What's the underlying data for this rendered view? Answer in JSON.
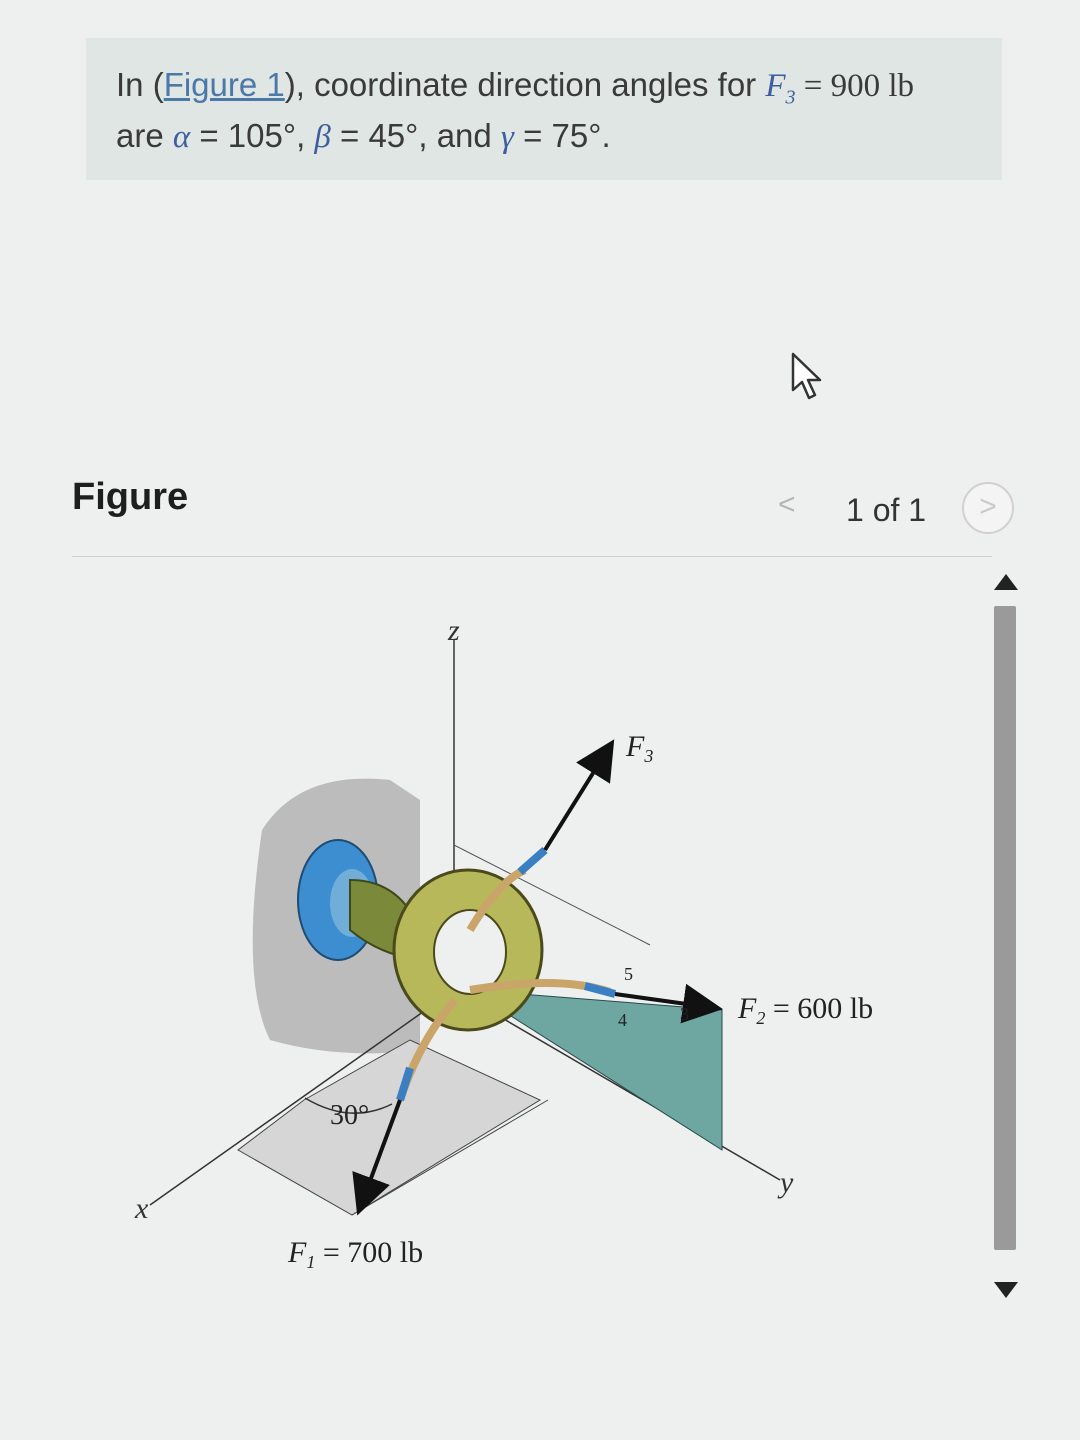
{
  "problem": {
    "prefix": "In (",
    "figure_link": "Figure 1",
    "middle": "), coordinate direction angles for ",
    "force_symbol": "F",
    "force_sub": "3",
    "force_value": " = 900 lb",
    "line2_are": "are ",
    "alpha_sym": "α",
    "alpha_val": " = 105°, ",
    "beta_sym": "β",
    "beta_val": " = 45°, and ",
    "gamma_sym": "γ",
    "gamma_val": " = 75°."
  },
  "figure_panel": {
    "heading": "Figure",
    "pager_prev": "<",
    "pager_text": "1 of 1",
    "pager_next": ">"
  },
  "diagram": {
    "axis_z": "z",
    "axis_x": "x",
    "axis_y": "y",
    "f3_label": "F",
    "f3_sub": "3",
    "f2_label": "F",
    "f2_sub": "2",
    "f2_value": " = 600 lb",
    "f1_label": "F",
    "f1_sub": "1",
    "f1_value": " = 700 lb",
    "angle_label": "30°",
    "slope_5": "5",
    "slope_4": "4",
    "slope_3": "3"
  }
}
